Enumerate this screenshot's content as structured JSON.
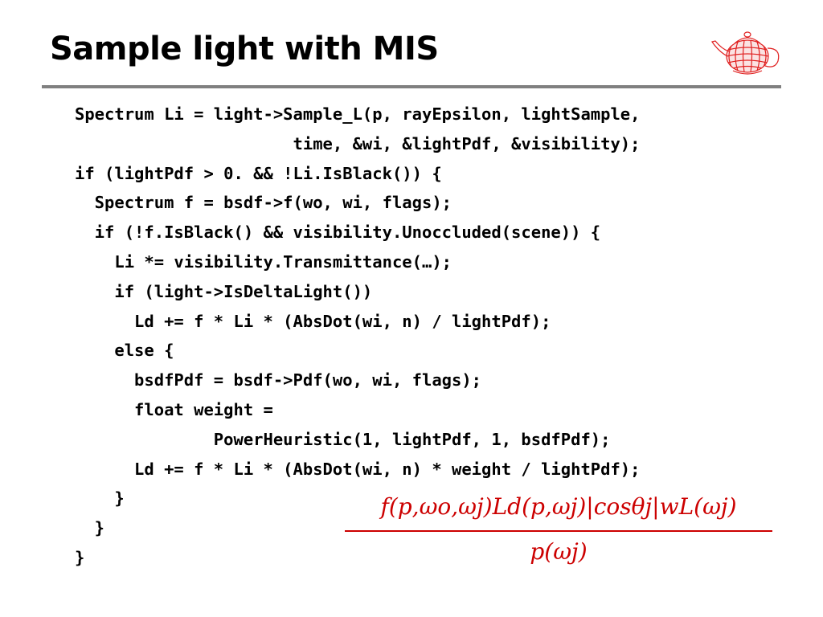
{
  "slide": {
    "title": "Sample light with MIS",
    "logo_icon": "teapot-wireframe-icon",
    "accent_color": "#cc0000",
    "rule_color": "#808080"
  },
  "code_lines": [
    "Spectrum Li = light->Sample_L(p, rayEpsilon, lightSample,",
    "                      time, &wi, &lightPdf, &visibility);",
    "if (lightPdf > 0. && !Li.IsBlack()) {",
    "  Spectrum f = bsdf->f(wo, wi, flags);",
    "  if (!f.IsBlack() && visibility.Unoccluded(scene)) {",
    "    Li *= visibility.Transmittance(…);",
    "    if (light->IsDeltaLight())",
    "      Ld += f * Li * (AbsDot(wi, n) / lightPdf);",
    "    else {",
    "      bsdfPdf = bsdf->Pdf(wo, wi, flags);",
    "      float weight =",
    "              PowerHeuristic(1, lightPdf, 1, bsdfPdf);",
    "      Ld += f * Li * (AbsDot(wi, n) * weight / lightPdf);",
    "    }",
    "  }",
    "}"
  ],
  "formula": {
    "numerator": "f(p,ωo,ωj)Ld(p,ωj)|cosθj|wL(ωj)",
    "denominator": "p(ωj)"
  }
}
